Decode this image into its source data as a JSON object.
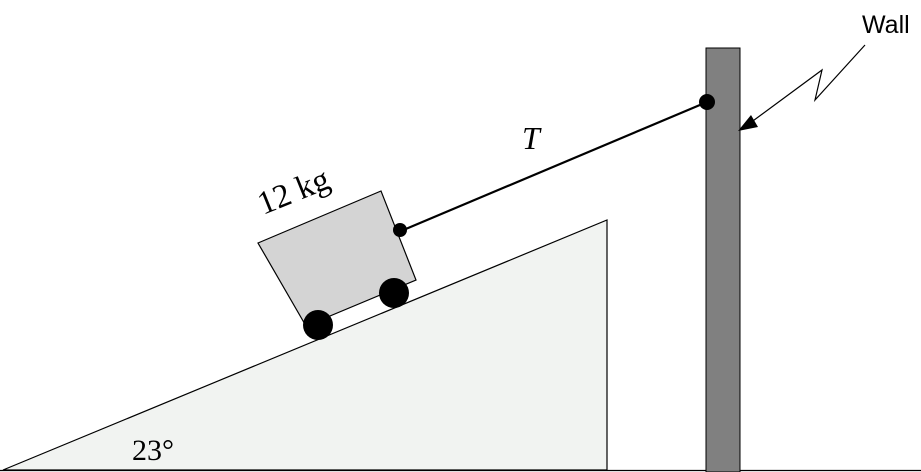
{
  "labels": {
    "wall": "Wall",
    "tension": "T",
    "mass": "12 kg",
    "angle": "23°"
  },
  "colors": {
    "incline_fill": "#f1f3f1",
    "cart_fill": "#d4d4d4",
    "wall_fill": "#808080",
    "ink": "#000000"
  }
}
